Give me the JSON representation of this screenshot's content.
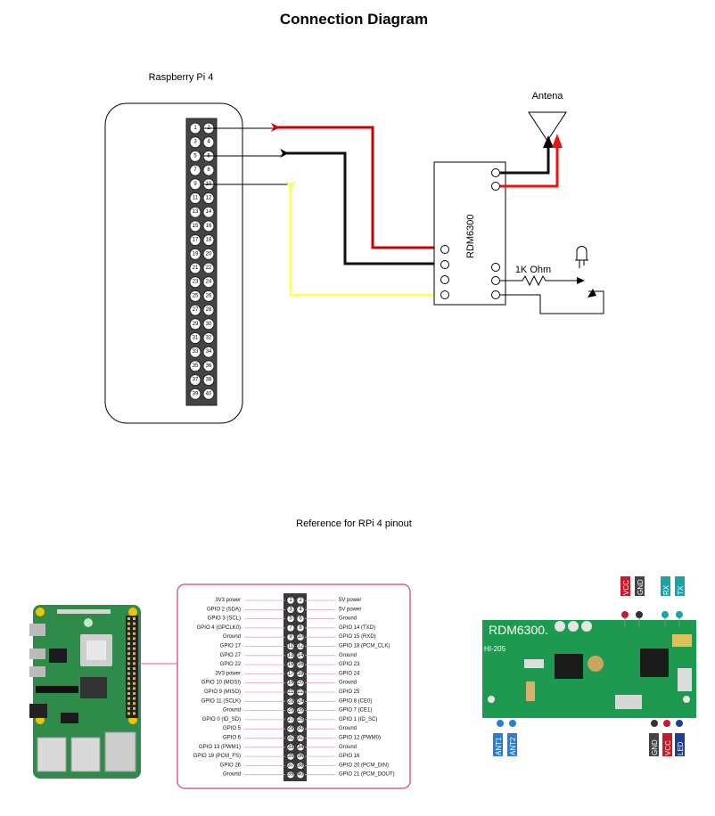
{
  "title": "Connection Diagram",
  "rpi_label": "Raspberry Pi 4",
  "antenna_label": "Antena",
  "module_label": "RDM6300",
  "resistor_label": "1K Ohm",
  "reference_title": "Reference for RPi 4 pinout",
  "header_pins": [
    "1",
    "2",
    "3",
    "4",
    "5",
    "6",
    "7",
    "8",
    "9",
    "10",
    "11",
    "12",
    "13",
    "14",
    "15",
    "16",
    "17",
    "18",
    "19",
    "20",
    "21",
    "22",
    "23",
    "24",
    "25",
    "26",
    "27",
    "28",
    "29",
    "30",
    "31",
    "32",
    "33",
    "34",
    "35",
    "36",
    "37",
    "38",
    "39",
    "40"
  ],
  "pinout": {
    "left": [
      "3V3 power",
      "GPIO 2 (SDA)",
      "GPIO 3 (SCL)",
      "GPIO 4 (GPCLK0)",
      "Ground",
      "GPIO 17",
      "GPIO 27",
      "GPIO 22",
      "3V3 power",
      "GPIO 10 (MOSI)",
      "GPIO 9 (MISO)",
      "GPIO 11 (SCLK)",
      "Ground",
      "GPIO 0 (ID_SD)",
      "GPIO 5",
      "GPIO 6",
      "GPIO 13 (PWM1)",
      "GPIO 19 (PCM_FS)",
      "GPIO 26",
      "Ground"
    ],
    "right": [
      "5V power",
      "5V power",
      "Ground",
      "GPIO 14 (TXD)",
      "GPIO 15 (RXD)",
      "GPIO 18 (PCM_CLK)",
      "Ground",
      "GPIO 23",
      "GPIO 24",
      "Ground",
      "GPIO 25",
      "GPIO 8 (CE0)",
      "GPIO 7 (CE1)",
      "GPIO 1 (ID_SC)",
      "Ground",
      "GPIO 12 (PWM0)",
      "Ground",
      "GPIO 16",
      "GPIO 20 (PCM_DIN)",
      "GPIO 21 (PCM_DOUT)"
    ]
  },
  "board": {
    "name": "RDM6300.",
    "code": "HI-205",
    "top_pins": [
      "VCC",
      "GND",
      "RX",
      "TX"
    ],
    "bottom_left_pins": [
      "ANT1",
      "ANT2"
    ],
    "bottom_right_pins": [
      "GND",
      "VCC",
      "LED"
    ]
  },
  "colors": {
    "red": "#cc0000",
    "black": "#111111",
    "yellow": "#ffff66",
    "pcb_green": "#1e9a50",
    "pink_border": "#d9607f"
  }
}
